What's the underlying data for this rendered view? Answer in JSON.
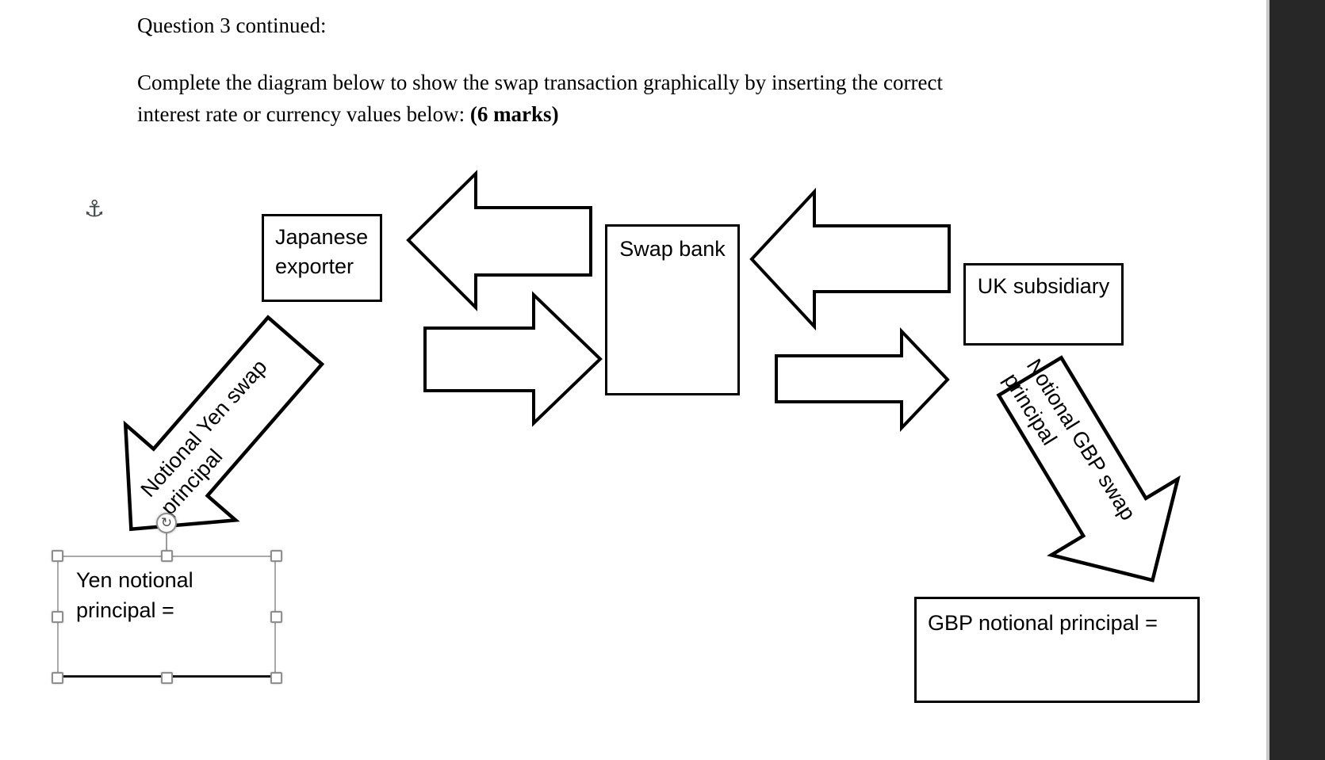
{
  "document": {
    "title": "Question 3 continued:",
    "instruction": "Complete the diagram below to show the swap transaction graphically by inserting the correct interest rate or currency values below: ",
    "instruction_marks": "(6 marks)"
  },
  "diagram": {
    "japanese_exporter_label": "Japanese exporter",
    "swap_bank_label": "Swap bank",
    "uk_subsidiary_label": "UK subsidiary",
    "yen_swap_arrow": {
      "line1": "Notional Yen swap",
      "line2": "principal"
    },
    "gbp_swap_arrow": {
      "line1": "Notional GBP swap",
      "line2": "principal"
    },
    "yen_notional_box_label": "Yen notional principal =",
    "gbp_notional_box_label": "GBP notional principal ="
  },
  "icons": {
    "anchor": "⚓",
    "rotate": "↻"
  },
  "colors": {
    "shape_stroke": "#000000",
    "selection_gray": "#a9a9a9",
    "side_panel": "#272727"
  }
}
